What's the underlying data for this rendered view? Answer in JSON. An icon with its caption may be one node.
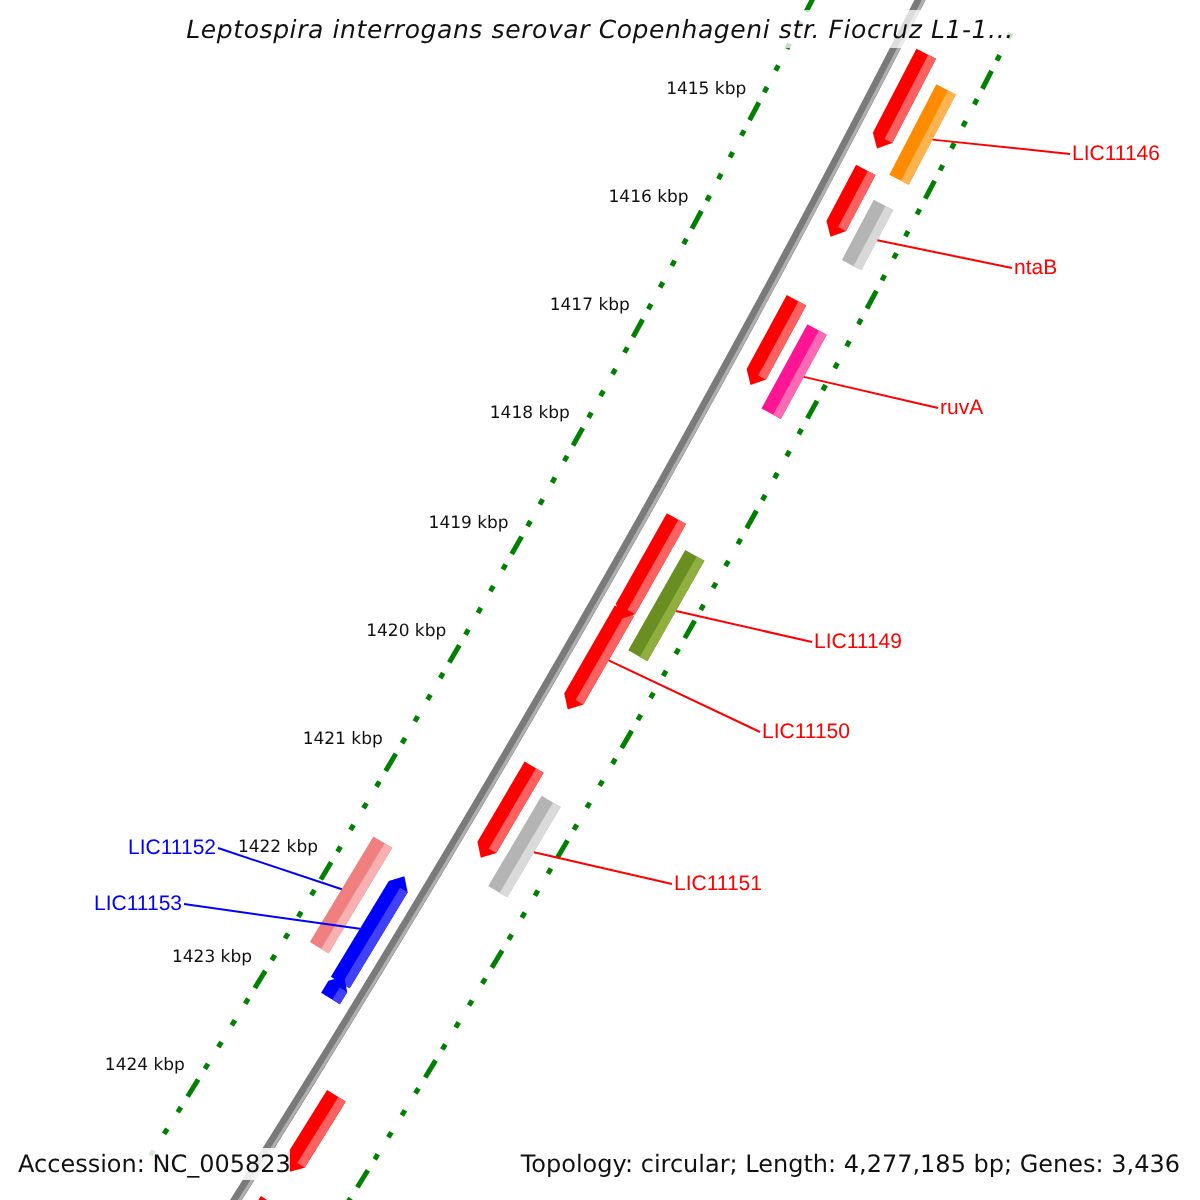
{
  "diagram": {
    "title": "Leptospira interrogans serovar Copenhageni str. Fiocruz L1-1...",
    "nodes": [
      {
        "text": [
          "LIC11146"
        ]
      },
      {
        "text": [],
        "shape": "bar"
      },
      {
        "text": [
          "ntaB"
        ]
      },
      {
        "text": [],
        "shape": "bar"
      },
      {
        "text": [
          "ruvA"
        ]
      },
      {
        "text": [],
        "shape": "bar"
      },
      {
        "text": [
          "LIC11149"
        ]
      },
      {
        "text": [],
        "shape": "bar"
      },
      {
        "text": [
          "LIC11150"
        ]
      },
      {
        "text": [],
        "shape": "bar"
      },
      {
        "text": [
          "LIC11151"
        ]
      },
      {
        "text": [],
        "shape": "bar"
      },
      {
        "text": [
          "LIC11152"
        ]
      },
      {
        "text": [],
        "shape": "bar"
      },
      {
        "text": [
          "LIC11153"
        ]
      },
      {
        "text": [],
        "shape": "bar"
      },
      {
        "text": [],
        "shape": "bar"
      },
      {
        "text": [],
        "shape": "bar"
      },
      {
        "text": [],
        "shape": "bar"
      },
      {
        "text": [],
        "shape": "bar"
      },
      {
        "text": [],
        "shape": "bar"
      },
      {
        "text": [],
        "shape": "bar"
      },
      {
        "text": [],
        "shape": "bar"
      },
      {
        "text": [],
        "shape": "bar"
      }
    ],
    "edges": [
      {
        "from": 0,
        "to": 1,
        "arrow": "none"
      },
      {
        "from": 2,
        "to": 3,
        "arrow": "none"
      },
      {
        "from": 4,
        "to": 5,
        "arrow": "none"
      },
      {
        "from": 6,
        "to": 7,
        "arrow": "none"
      },
      {
        "from": 8,
        "to": 9,
        "arrow": "none"
      },
      {
        "from": 10,
        "to": 11,
        "arrow": "none"
      },
      {
        "from": 12,
        "to": 13,
        "arrow": "none",
        "color": "#0000ff"
      },
      {
        "from": 14,
        "to": 15,
        "arrow": "none",
        "color": "#0000ff"
      }
    ],
    "labels": [
      "1415 kbp",
      "1416 kbp",
      "1417 kbp",
      "1418 kbp",
      "1419 kbp",
      "1420 kbp",
      "1421 kbp",
      "1422 kbp",
      "1423 kbp",
      "1424 kbp",
      "Accession: NC_005823",
      "Topology: circular; Length: 4,277,185 bp; Genes: 3,436"
    ]
  }
}
